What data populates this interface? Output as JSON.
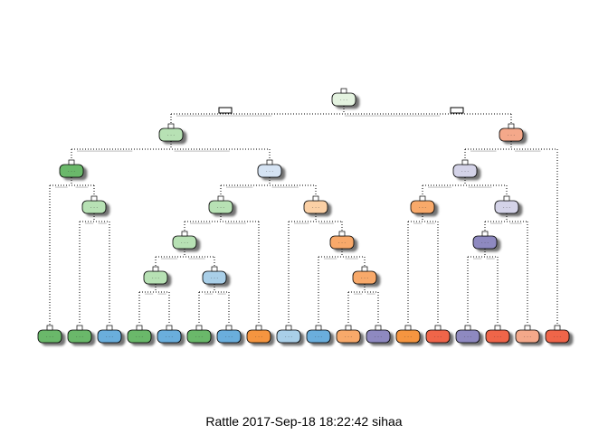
{
  "caption": "Rattle 2017-Sep-18 18:22:42 sihaa",
  "palette": {
    "green_dark": "#6ab86a",
    "green_light": "#b7e1b4",
    "green_pale": "#e4f3e0",
    "blue_mid": "#6aaedc",
    "blue_light": "#a9cfe8",
    "blue_pale": "#d5e3f3",
    "orange_dark": "#f5953f",
    "orange_mid": "#f8a96a",
    "orange_pale": "#fbd0a5",
    "salmon": "#f4a88a",
    "red": "#ef6548",
    "purple_dark": "#8e89c0",
    "purple_pale": "#d4d3e8"
  },
  "tree": {
    "node_label": "· · ·",
    "nodes": [
      {
        "id": 1,
        "color": "green_pale",
        "leaf": false
      },
      {
        "id": 2,
        "color": "green_light",
        "leaf": false
      },
      {
        "id": 3,
        "color": "salmon",
        "leaf": false
      },
      {
        "id": 4,
        "color": "green_dark",
        "leaf": false
      },
      {
        "id": 5,
        "color": "blue_pale",
        "leaf": false
      },
      {
        "id": 6,
        "color": "purple_pale",
        "leaf": false
      },
      {
        "id": 7,
        "color": "green_light",
        "leaf": false
      },
      {
        "id": 8,
        "color": "green_light",
        "leaf": false
      },
      {
        "id": 9,
        "color": "orange_pale",
        "leaf": false
      },
      {
        "id": 10,
        "color": "orange_mid",
        "leaf": false
      },
      {
        "id": 11,
        "color": "purple_pale",
        "leaf": false
      },
      {
        "id": 12,
        "color": "green_light",
        "leaf": false
      },
      {
        "id": 13,
        "color": "orange_mid",
        "leaf": false
      },
      {
        "id": 14,
        "color": "purple_dark",
        "leaf": false
      },
      {
        "id": 15,
        "color": "green_light",
        "leaf": false
      },
      {
        "id": 16,
        "color": "blue_light",
        "leaf": false
      },
      {
        "id": 17,
        "color": "orange_mid",
        "leaf": false
      },
      {
        "id": 20,
        "color": "green_dark",
        "leaf": true
      },
      {
        "id": 21,
        "color": "green_dark",
        "leaf": true
      },
      {
        "id": 22,
        "color": "blue_mid",
        "leaf": true
      },
      {
        "id": 23,
        "color": "green_dark",
        "leaf": true
      },
      {
        "id": 24,
        "color": "blue_mid",
        "leaf": true
      },
      {
        "id": 25,
        "color": "green_dark",
        "leaf": true
      },
      {
        "id": 26,
        "color": "blue_mid",
        "leaf": true
      },
      {
        "id": 27,
        "color": "orange_dark",
        "leaf": true
      },
      {
        "id": 28,
        "color": "blue_light",
        "leaf": true
      },
      {
        "id": 29,
        "color": "blue_mid",
        "leaf": true
      },
      {
        "id": 30,
        "color": "orange_mid",
        "leaf": true
      },
      {
        "id": 31,
        "color": "purple_dark",
        "leaf": true
      },
      {
        "id": 32,
        "color": "orange_dark",
        "leaf": true
      },
      {
        "id": 33,
        "color": "red",
        "leaf": true
      },
      {
        "id": 34,
        "color": "purple_dark",
        "leaf": true
      },
      {
        "id": 35,
        "color": "red",
        "leaf": true
      },
      {
        "id": 36,
        "color": "salmon",
        "leaf": true
      },
      {
        "id": 37,
        "color": "red",
        "leaf": true
      }
    ],
    "edges": [
      [
        1,
        2
      ],
      [
        1,
        3
      ],
      [
        2,
        4
      ],
      [
        2,
        5
      ],
      [
        3,
        6
      ],
      [
        3,
        37
      ],
      [
        4,
        20
      ],
      [
        4,
        7
      ],
      [
        7,
        21
      ],
      [
        7,
        22
      ],
      [
        5,
        8
      ],
      [
        5,
        9
      ],
      [
        8,
        12
      ],
      [
        8,
        27
      ],
      [
        12,
        15
      ],
      [
        12,
        16
      ],
      [
        15,
        23
      ],
      [
        15,
        24
      ],
      [
        16,
        25
      ],
      [
        16,
        26
      ],
      [
        9,
        28
      ],
      [
        9,
        13
      ],
      [
        13,
        29
      ],
      [
        13,
        17
      ],
      [
        17,
        30
      ],
      [
        17,
        31
      ],
      [
        6,
        10
      ],
      [
        6,
        11
      ],
      [
        10,
        32
      ],
      [
        10,
        33
      ],
      [
        11,
        14
      ],
      [
        11,
        36
      ],
      [
        14,
        34
      ],
      [
        14,
        35
      ]
    ]
  }
}
